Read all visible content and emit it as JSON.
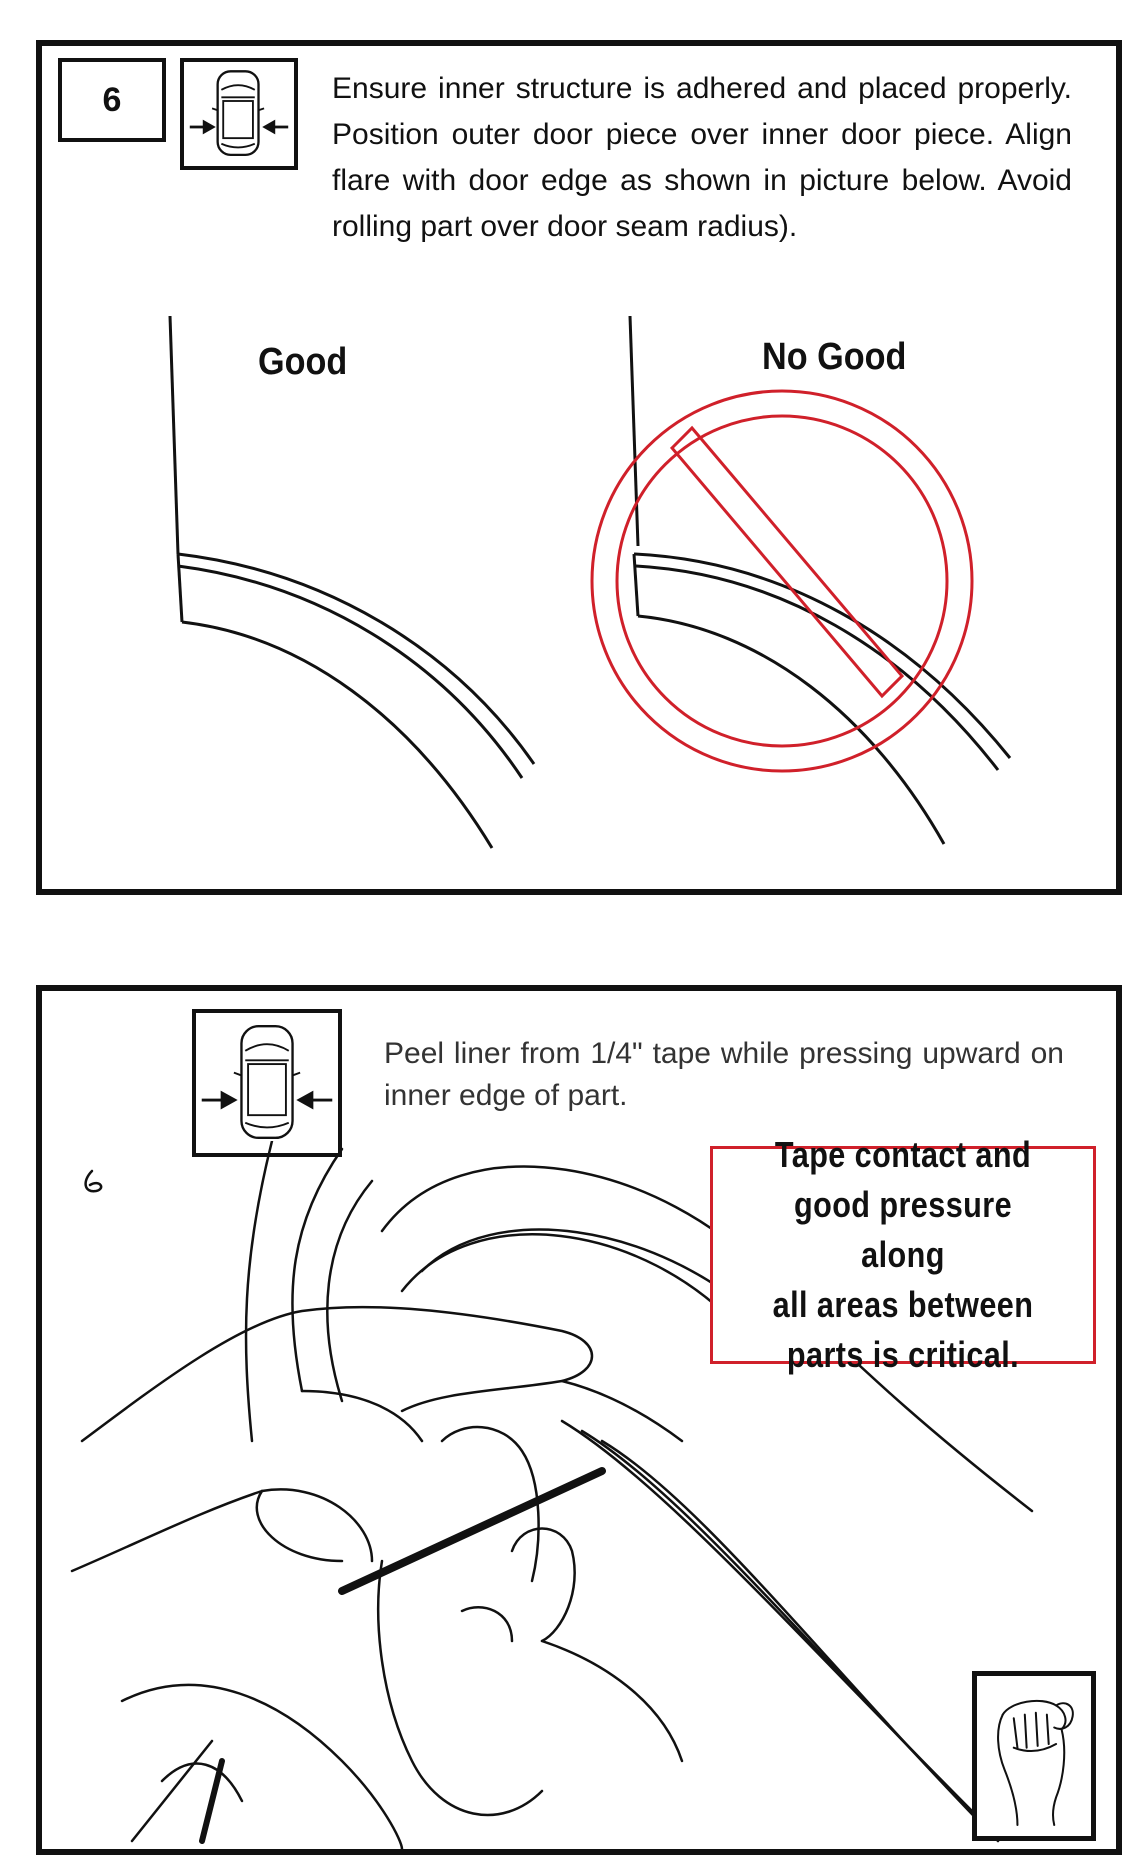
{
  "step": {
    "number": "6",
    "icon": "car-top-view-side-arrows-icon",
    "instruction": "Ensure inner structure is adhered and placed properly. Position outer door piece over inner door piece. Align flare with door edge as shown in picture below. Avoid rolling part over door seam radius).",
    "good_label": "Good",
    "no_good_label": "No Good",
    "prohibition_icon": "no-symbol-icon"
  },
  "step2": {
    "icon": "car-top-view-side-arrows-icon",
    "instruction": "Peel liner from 1/4\" tape while pressing upward on inner edge of part.",
    "callout": "Tape contact and\ngood pressure along\nall areas between\nparts is critical.",
    "hand_icon": "hand-pressing-icon"
  },
  "colors": {
    "border": "#111111",
    "warning_red": "#d0202a"
  }
}
